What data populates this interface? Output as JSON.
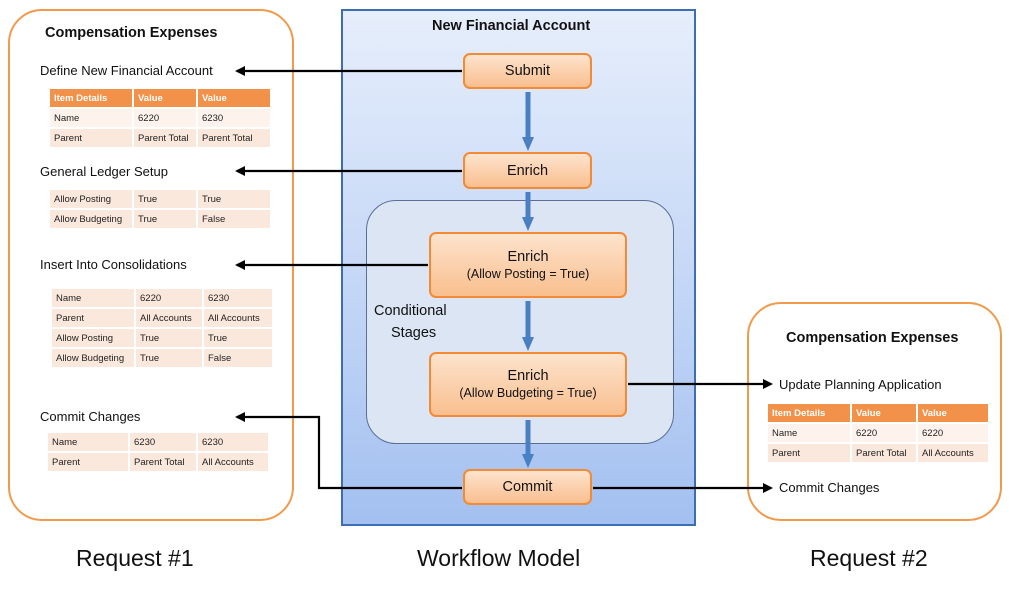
{
  "request1": {
    "title": "Compensation Expenses",
    "caption": "Request #1",
    "sections": [
      {
        "label": "Define New Financial Account",
        "has_header": true,
        "header": [
          "Item Details",
          "Value",
          "Value"
        ],
        "rows": [
          [
            "Name",
            "6220",
            "6230"
          ],
          [
            "Parent",
            "Parent Total",
            "Parent Total"
          ]
        ]
      },
      {
        "label": "General Ledger Setup",
        "has_header": false,
        "rows": [
          [
            "Allow Posting",
            "True",
            "True"
          ],
          [
            "Allow Budgeting",
            "True",
            "False"
          ]
        ]
      },
      {
        "label": "Insert Into Consolidations",
        "has_header": false,
        "rows": [
          [
            "Name",
            "6220",
            "6230"
          ],
          [
            "Parent",
            "All Accounts",
            "All Accounts"
          ],
          [
            "Allow Posting",
            "True",
            "True"
          ],
          [
            "Allow Budgeting",
            "True",
            "False"
          ]
        ]
      },
      {
        "label": "Commit Changes",
        "has_header": false,
        "rows": [
          [
            "Name",
            "6230",
            "6230"
          ],
          [
            "Parent",
            "Parent Total",
            "All Accounts"
          ]
        ]
      }
    ]
  },
  "workflow": {
    "title": "New Financial Account",
    "caption": "Workflow Model",
    "conditional_label": [
      "Conditional",
      "Stages"
    ],
    "stages": {
      "submit": {
        "line1": "Submit"
      },
      "enrich": {
        "line1": "Enrich"
      },
      "enrich_posting": {
        "line1": "Enrich",
        "line2": "(Allow Posting = True)"
      },
      "enrich_budgeting": {
        "line1": "Enrich",
        "line2": "(Allow Budgeting = True)"
      },
      "commit": {
        "line1": "Commit"
      }
    }
  },
  "request2": {
    "title": "Compensation Expenses",
    "caption": "Request #2",
    "sections": [
      {
        "label": "Update Planning Application",
        "has_header": true,
        "header": [
          "Item Details",
          "Value",
          "Value"
        ],
        "rows": [
          [
            "Name",
            "6220",
            "6220"
          ],
          [
            "Parent",
            "Parent Total",
            "All Accounts"
          ]
        ]
      },
      {
        "label": "Commit Changes",
        "has_header": false,
        "rows": []
      }
    ]
  },
  "colors": {
    "orange_border": "#f19a4b",
    "table_header": "#f2914a",
    "table_cell": "#fbe8dc",
    "workflow_border": "#3f6db3",
    "flow_arrow": "#4a7fc4"
  }
}
